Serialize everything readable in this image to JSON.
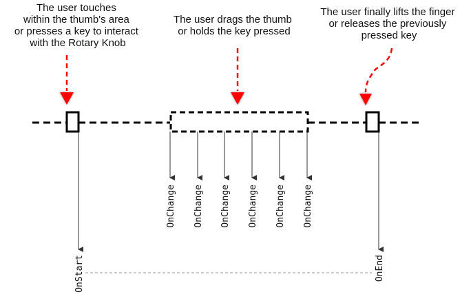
{
  "captions": {
    "start": [
      "The user touches",
      "within the thumb's area",
      "or presses a key to interact",
      "with the Rotary Knob"
    ],
    "drag": [
      "The user drags the thumb",
      "or holds the key pressed"
    ],
    "end": [
      "The user finally lifts the finger",
      "or releases the previously",
      "pressed key"
    ]
  },
  "events": {
    "start": "OnStart",
    "change": [
      "OnChange",
      "OnChange",
      "OnChange",
      "OnChange",
      "OnChange",
      "OnChange"
    ],
    "end": "OnEnd"
  },
  "colors": {
    "accent": "#ff0000",
    "line": "#000000",
    "connector": "#999999"
  }
}
